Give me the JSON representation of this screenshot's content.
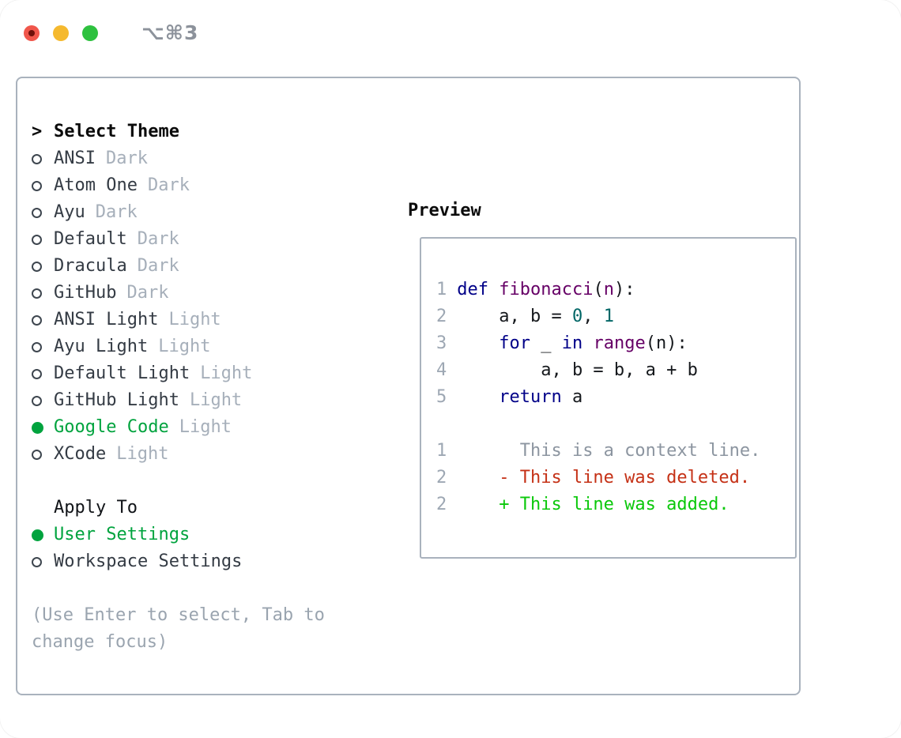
{
  "titlebar": {
    "title": "⌥⌘3"
  },
  "colors": {
    "selection_green": "#00a33e",
    "added_green": "#0ac80a",
    "deleted_red": "#c53116",
    "keyword_blue": "#000088",
    "type_purple": "#660066",
    "literal_teal": "#006666",
    "muted_gray": "#a6afba",
    "border_gray": "#a9b2bd"
  },
  "select_theme": {
    "prompt": ">",
    "header": "Select Theme",
    "items": [
      {
        "name": "ANSI",
        "variant": "Dark",
        "selected": false
      },
      {
        "name": "Atom One",
        "variant": "Dark",
        "selected": false
      },
      {
        "name": "Ayu",
        "variant": "Dark",
        "selected": false
      },
      {
        "name": "Default",
        "variant": "Dark",
        "selected": false
      },
      {
        "name": "Dracula",
        "variant": "Dark",
        "selected": false
      },
      {
        "name": "GitHub",
        "variant": "Dark",
        "selected": false
      },
      {
        "name": "ANSI Light",
        "variant": "Light",
        "selected": false
      },
      {
        "name": "Ayu Light",
        "variant": "Light",
        "selected": false
      },
      {
        "name": "Default Light",
        "variant": "Light",
        "selected": false
      },
      {
        "name": "GitHub Light",
        "variant": "Light",
        "selected": false
      },
      {
        "name": "Google Code",
        "variant": "Light",
        "selected": true
      },
      {
        "name": "XCode",
        "variant": "Light",
        "selected": false
      }
    ]
  },
  "apply_to": {
    "header": "Apply To",
    "items": [
      {
        "name": "User Settings",
        "selected": true
      },
      {
        "name": "Workspace Settings",
        "selected": false
      }
    ]
  },
  "help_text": "(Use Enter to select, Tab to change focus)",
  "preview": {
    "header": "Preview",
    "lines": [
      {
        "num": "1",
        "segments": [
          [
            "kwd",
            "def "
          ],
          [
            "typ",
            "fibonacci"
          ],
          [
            "pln",
            "("
          ],
          [
            "typ",
            "n"
          ],
          [
            "pln",
            "):"
          ]
        ]
      },
      {
        "num": "2",
        "segments": [
          [
            "pln",
            "    a, b = "
          ],
          [
            "lit",
            "0"
          ],
          [
            "pln",
            ", "
          ],
          [
            "lit",
            "1"
          ]
        ]
      },
      {
        "num": "3",
        "segments": [
          [
            "pln",
            "    "
          ],
          [
            "kwd",
            "for"
          ],
          [
            "pln",
            " _ "
          ],
          [
            "kwd",
            "in"
          ],
          [
            "pln",
            " "
          ],
          [
            "typ",
            "range"
          ],
          [
            "pln",
            "(n):"
          ]
        ]
      },
      {
        "num": "4",
        "segments": [
          [
            "pln",
            "        a, b = b, a + b"
          ]
        ]
      },
      {
        "num": "5",
        "segments": [
          [
            "pln",
            "    "
          ],
          [
            "kwd",
            "return"
          ],
          [
            "pln",
            " a"
          ]
        ]
      },
      {
        "num": "",
        "segments": []
      },
      {
        "num": "1",
        "segments": [
          [
            "ctx",
            "      This is a context line."
          ]
        ]
      },
      {
        "num": "2",
        "segments": [
          [
            "del",
            "    - This line was deleted."
          ]
        ]
      },
      {
        "num": "2",
        "segments": [
          [
            "add",
            "    + This line was added."
          ]
        ]
      }
    ]
  }
}
